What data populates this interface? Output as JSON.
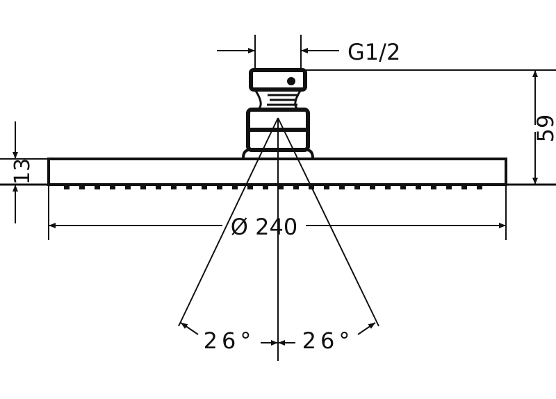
{
  "drawing": {
    "thread_label": "G1/2",
    "height_label": "59",
    "thickness_label": "13",
    "diameter_label": "Ø 240",
    "angle_left_label": "26°",
    "angle_right_label": "26°"
  },
  "colors": {
    "ink": "#111111",
    "background": "#ffffff"
  }
}
